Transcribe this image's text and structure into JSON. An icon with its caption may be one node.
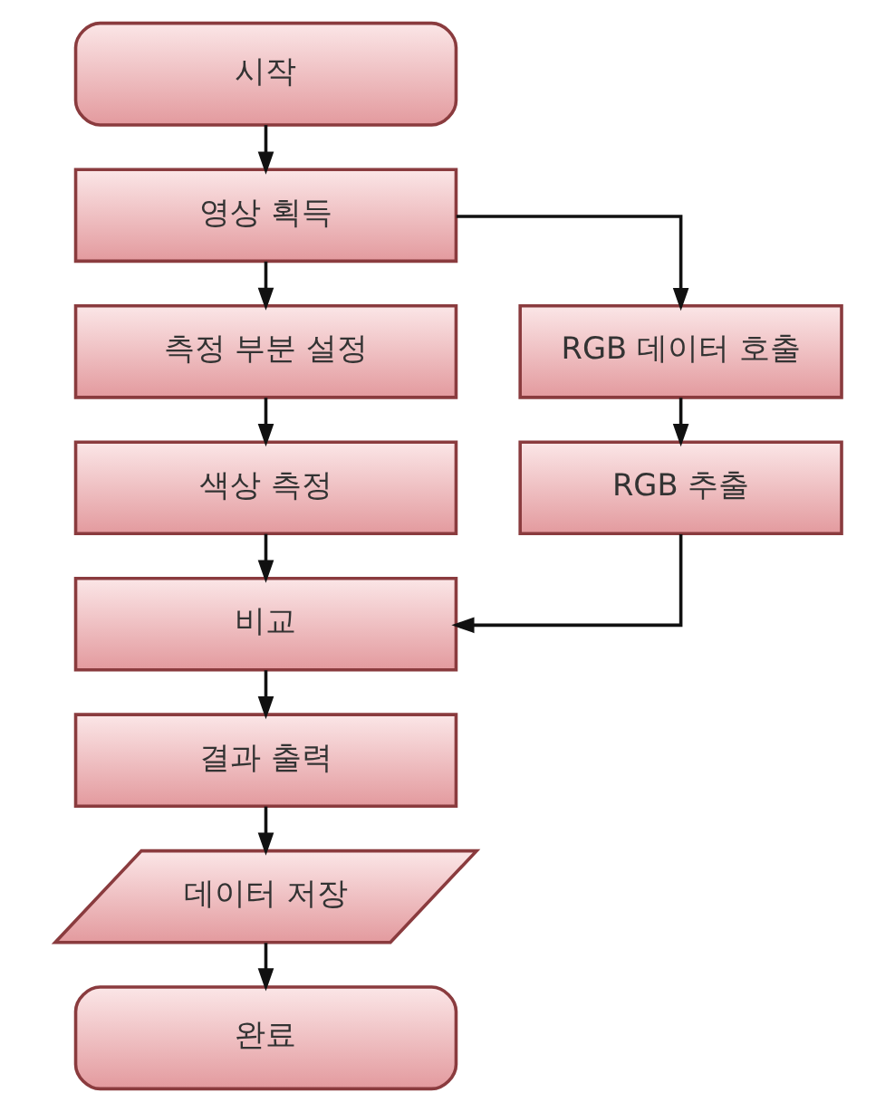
{
  "diagram": {
    "nodes": [
      {
        "text": [
          "시작"
        ]
      },
      {
        "text": [
          "영상 획득"
        ]
      },
      {
        "text": [
          "측정 부분 설정"
        ]
      },
      {
        "text": [
          "색상 측정"
        ]
      },
      {
        "text": [
          "비교"
        ]
      },
      {
        "text": [
          "결과 출력"
        ]
      },
      {
        "text": [
          "데이터 저장"
        ]
      },
      {
        "text": [
          "완료"
        ]
      },
      {
        "text": [
          "RGB 데이터 호출"
        ]
      },
      {
        "text": [
          "RGB 추출"
        ]
      }
    ],
    "edges": [
      {
        "from": 0,
        "to": 1,
        "arrow": "to"
      },
      {
        "from": 1,
        "to": 2,
        "arrow": "to"
      },
      {
        "from": 1,
        "to": 8,
        "arrow": "to"
      },
      {
        "from": 2,
        "to": 3,
        "arrow": "to"
      },
      {
        "from": 3,
        "to": 4,
        "arrow": "to"
      },
      {
        "from": 8,
        "to": 9,
        "arrow": "to"
      },
      {
        "from": 9,
        "to": 4,
        "arrow": "to"
      },
      {
        "from": 4,
        "to": 5,
        "arrow": "to"
      },
      {
        "from": 5,
        "to": 6,
        "arrow": "to"
      },
      {
        "from": 6,
        "to": 7,
        "arrow": "to"
      }
    ]
  }
}
